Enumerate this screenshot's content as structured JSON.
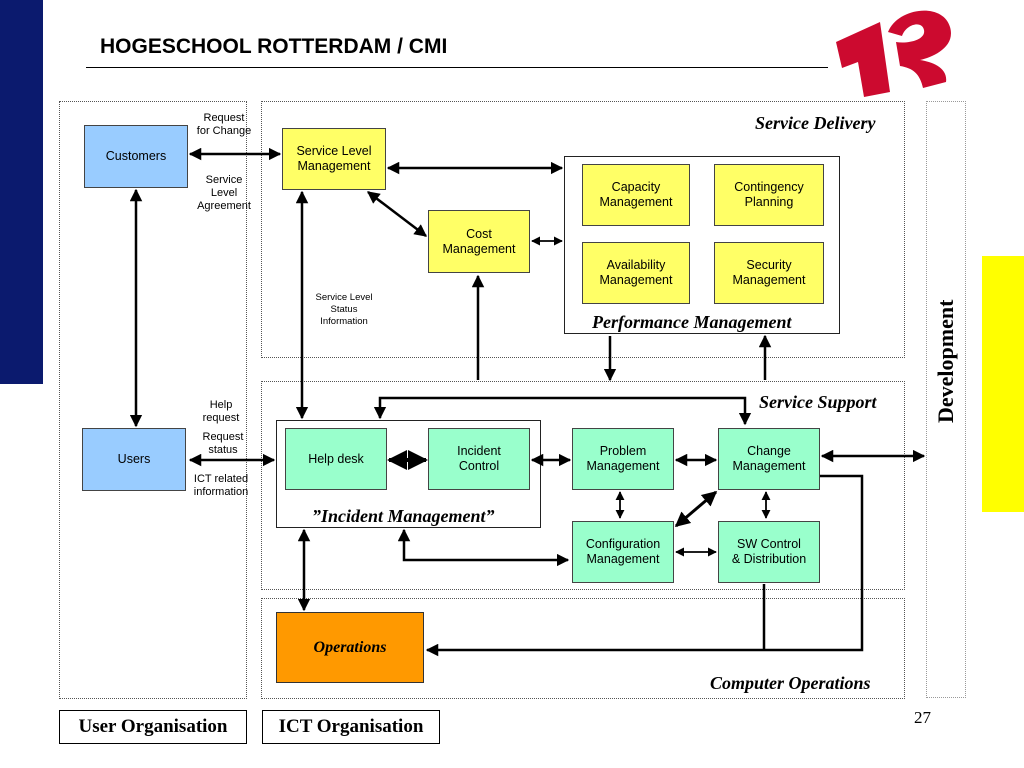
{
  "header": {
    "title": "HOGESCHOOL ROTTERDAM / CMI"
  },
  "page_number": "27",
  "regions": {
    "service_delivery": "Service Delivery",
    "performance_management": "Performance Management",
    "service_support": "Service Support",
    "incident_management": "”Incident Management”",
    "computer_operations": "Computer Operations",
    "development": "Development"
  },
  "boxes": {
    "customers": "Customers",
    "users": "Users",
    "service_level_management": "Service Level\nManagement",
    "cost_management": "Cost\nManagement",
    "capacity_management": "Capacity\nManagement",
    "contingency_planning": "Contingency\nPlanning",
    "availability_management": "Availability\nManagement",
    "security_management": "Security\nManagement",
    "help_desk": "Help desk",
    "incident_control": "Incident\nControl",
    "problem_management": "Problem\nManagement",
    "change_management": "Change\nManagement",
    "configuration_management": "Configuration\nManagement",
    "sw_control_distribution": "SW Control\n& Distribution",
    "operations": "Operations"
  },
  "annotations": {
    "request_for_change": "Request\nfor Change",
    "service_level_agreement": "Service\nLevel\nAgreement",
    "service_level_status_information": "Service Level\nStatus\nInformation",
    "help_request": "Help\nrequest",
    "request_status": "Request\nstatus",
    "ict_related_information": "ICT related\ninformation"
  },
  "org_labels": {
    "user_organisation": "User Organisation",
    "ict_organisation": "ICT Organisation"
  },
  "colors": {
    "sidebar": "#0b1a6e",
    "logo": "#cc0a2f",
    "customer_box": "#99ccff",
    "delivery_box": "#ffff66",
    "support_box": "#99ffcc",
    "operations_box": "#ff9900",
    "side_bar_yellow": "#ffff00"
  }
}
